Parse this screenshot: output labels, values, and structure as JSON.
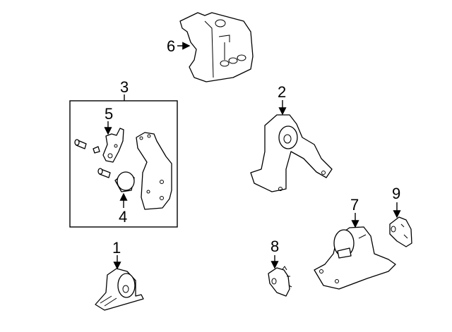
{
  "diagram": {
    "title": "Engine & Transmission Mounts",
    "callouts": [
      {
        "id": "1",
        "label": "1",
        "part": "engine-mount"
      },
      {
        "id": "2",
        "label": "2",
        "part": "rear-mount"
      },
      {
        "id": "3",
        "label": "3",
        "part": "bracket-assembly"
      },
      {
        "id": "4",
        "label": "4",
        "part": "bushing"
      },
      {
        "id": "5",
        "label": "5",
        "part": "bracket"
      },
      {
        "id": "6",
        "label": "6",
        "part": "transmission-mount-bracket"
      },
      {
        "id": "7",
        "label": "7",
        "part": "transmission-mount"
      },
      {
        "id": "8",
        "label": "8",
        "part": "stopper"
      },
      {
        "id": "9",
        "label": "9",
        "part": "stopper"
      }
    ]
  },
  "colors": {
    "line": "#000000",
    "background": "#ffffff"
  }
}
